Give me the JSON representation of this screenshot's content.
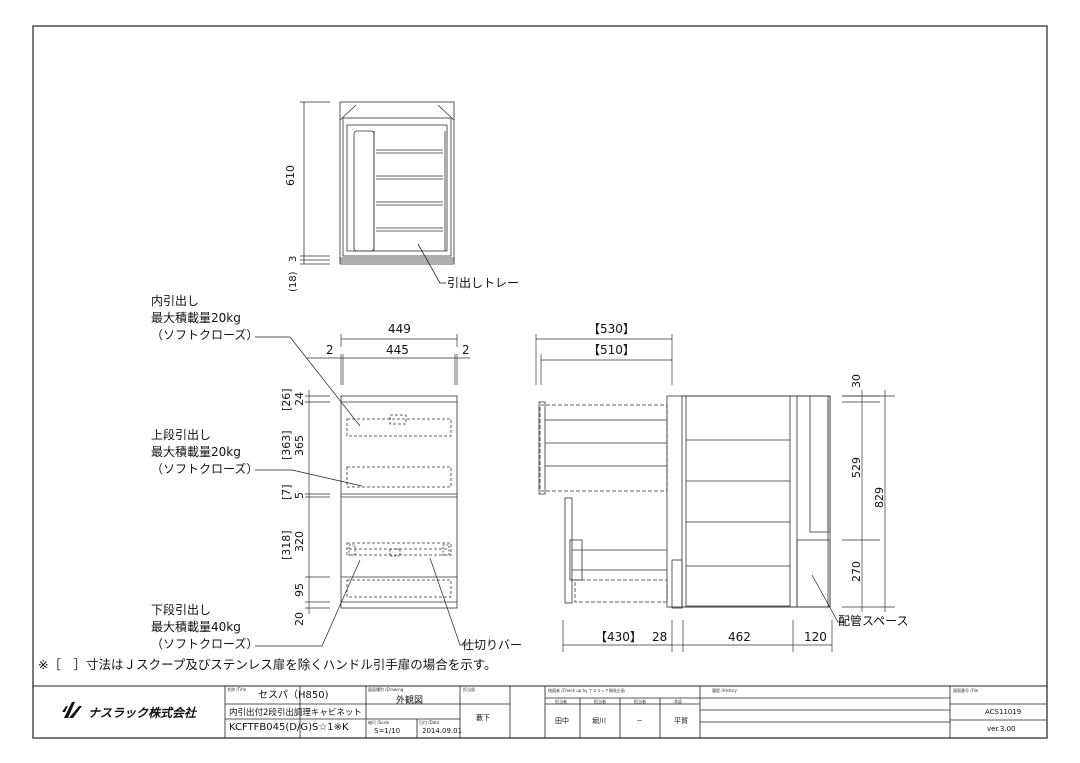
{
  "notes": {
    "inner_drawer": [
      "内引出し",
      "最大積載量20kg",
      "（ソフトクローズ）"
    ],
    "upper_drawer": [
      "上段引出し",
      "最大積載量20kg",
      "（ソフトクローズ）"
    ],
    "lower_drawer": [
      "下段引出し",
      "最大積載量40kg",
      "（ソフトクローズ）"
    ],
    "tray": "引出しトレー",
    "divider_bar": "仕切りバー",
    "pipe_space": "配管スペース",
    "footnote": "※［　］寸法はＪスクープ及びステンレス扉を除くハンドル引手扉の場合を示す。"
  },
  "dims": {
    "top_610": "610",
    "top_3": "3",
    "top_18": "(18)",
    "w449": "449",
    "w445": "445",
    "w2a": "2",
    "w2b": "2",
    "h26": "[26]",
    "h24": "24",
    "h363": "[363]",
    "h365": "365",
    "h7": "[7]",
    "h5": "5",
    "h318": "[318]",
    "h320": "320",
    "h95": "95",
    "h20": "20",
    "d530": "【530】",
    "d510": "【510】",
    "d430": "【430】",
    "d28": "28",
    "d462": "462",
    "d120": "120",
    "s30": "30",
    "s529": "529",
    "s829": "829",
    "s270": "270"
  },
  "title_block": {
    "company": "ナスラック株式会社",
    "name_label": "名称 /Title",
    "name_value": "セスパ（H850)",
    "name_sub": "内引出付2段引出調理キャビネット",
    "code": "KCFTFB045(D/G)S☆1※K",
    "drawing_type_label": "図面種別 /Drawing",
    "drawing_type": "外観図",
    "scale_label": "縮尺 /Scale",
    "scale": "S=1/10",
    "date_label": "日付 /Date",
    "date": "2014.09.01",
    "author_label": "担当部",
    "author": "藪下",
    "check_label": "検図者 /Check up by ナスラック開発企画",
    "col1_label": "担当者",
    "col1": "田中",
    "col2_label": "担当者",
    "col2": "堀川",
    "col3_label": "担当者",
    "col3": "－",
    "col4_label": "承認",
    "col4": "平賀",
    "history_label": "履歴 /History",
    "file_label": "図面番号 /File",
    "file": "ACS11019",
    "version": "ver.3.00"
  }
}
